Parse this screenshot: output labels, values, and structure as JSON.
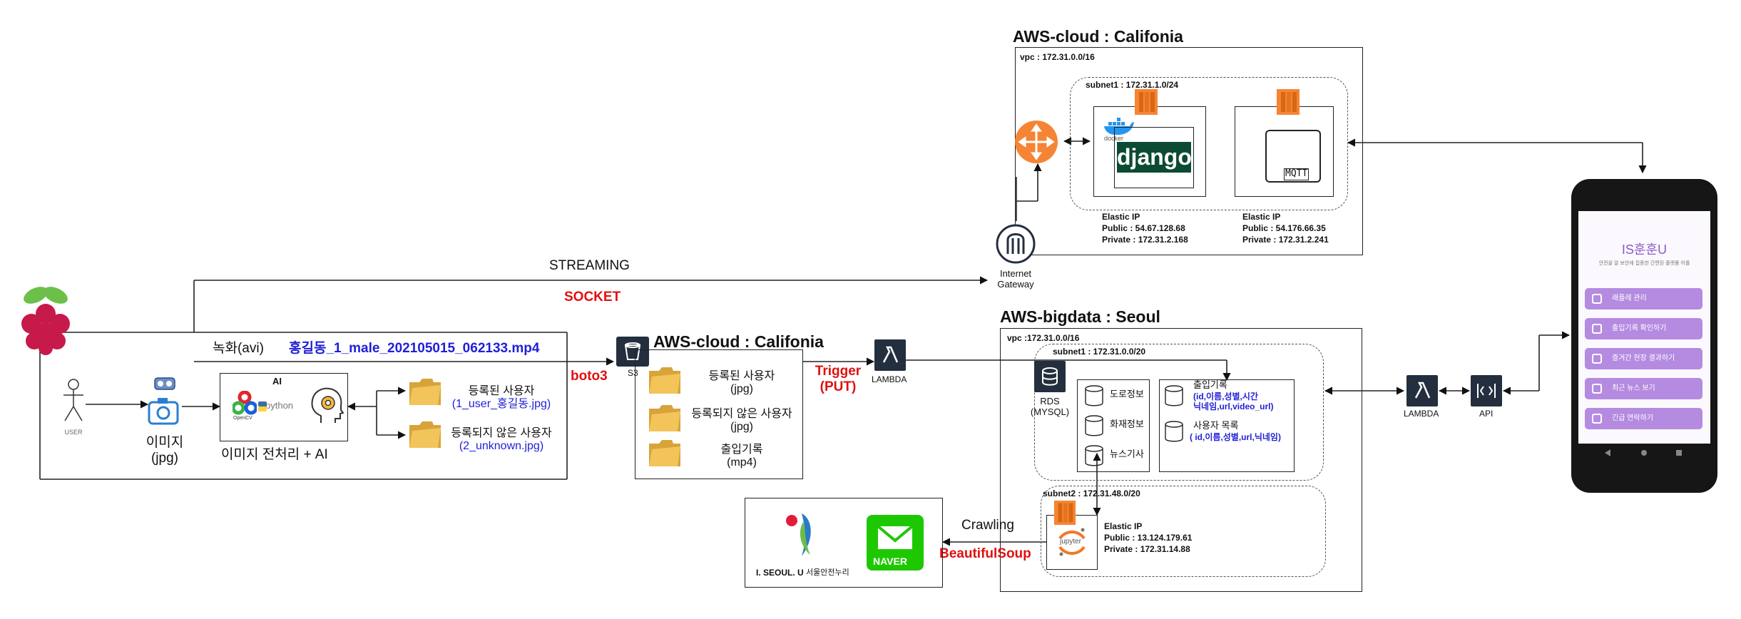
{
  "aws_cloud_top": {
    "title": "AWS-cloud : Califonia",
    "vpc": "vpc : 172.31.0.0/16",
    "subnet": "subnet1 : 172.31.1.0/24",
    "docker_label": "docker",
    "django_label": "django",
    "mqtt_label": "MQTT",
    "eip1": {
      "title": "Elastic IP",
      "public": "Public : 54.67.128.68",
      "private": "Private : 172.31.2.168"
    },
    "eip2": {
      "title": "Elastic IP",
      "public": "Public : 54.176.66.35",
      "private": "Private : 172.31.2.241"
    },
    "internet_gateway": "Internet\nGateway"
  },
  "streaming_label": "STREAMING",
  "socket_label": "SOCKET",
  "record_label": "녹화(avi)",
  "record_file": "홍길동_1_male_202105015_062133.mp4",
  "boto3_label": "boto3",
  "left": {
    "user_label": "USER",
    "image_label": "이미지\n(jpg)",
    "ai_label": "AI",
    "opencv_label": "OpenCV",
    "python_label": "python",
    "preprocess_label": "이미지 전처리 + AI",
    "registered": "등록된 사용자",
    "registered_file": "(1_user_홍길동.jpg)",
    "unregistered": "등록되지 않은 사용자",
    "unregistered_file": "(2_unknown.jpg)"
  },
  "s3": {
    "title": "AWS-cloud : Califonia",
    "label": "S3",
    "folder1": "등록된 사용자\n(jpg)",
    "folder2": "등록되지 않은 사용자\n(jpg)",
    "folder3": "출입기록\n(mp4)"
  },
  "trigger_label": "Trigger\n(PUT)",
  "lambda_label": "LAMBDA",
  "bigdata": {
    "title": "AWS-bigdata : Seoul",
    "vpc": "vpc :172.31.0.0/16",
    "subnet1": "subnet1 : 172.31.0.0/20",
    "rds": "RDS\n(MYSQL)",
    "db_items": [
      "도로정보",
      "화재정보",
      "뉴스기사"
    ],
    "access_title": "출입기록",
    "access_fields": "(id,이름,성별,시간\n닉네임,url,video_url)",
    "users_title": "사용자 목록",
    "users_fields": "( id,이름,성별,url,닉네임)",
    "subnet2": "subnet2 : 172.31.48.0/20",
    "jupyter_label": "jupyter",
    "eip": {
      "title": "Elastic IP",
      "public": "Public : 13.124.179.61",
      "private": "Private : 172.31.14.88"
    }
  },
  "crawling_label": "Crawling",
  "beautifulsoup_label": "BeautifulSoup",
  "seoul_label": "I. SEOUL. U",
  "seoul_sub": "서울안전누리",
  "naver_label": "NAVER",
  "lambda2_label": "LAMBDA",
  "api_label": "API",
  "phone": {
    "app_title": "IS훈훈U",
    "subtitle": "안전을 알 보안에 집중한 간편된 플랫폼 어플",
    "buttons": [
      "래플레 관리",
      "출입기록 확인하기",
      "즐겨간 현장 결과하기",
      "최근 뉴스 보기",
      "긴급 연락하기"
    ]
  },
  "colors": {
    "red": "#e01010",
    "blue": "#1f1fd6",
    "aws_orange": "#f58534",
    "lavender": "#b48be0"
  }
}
